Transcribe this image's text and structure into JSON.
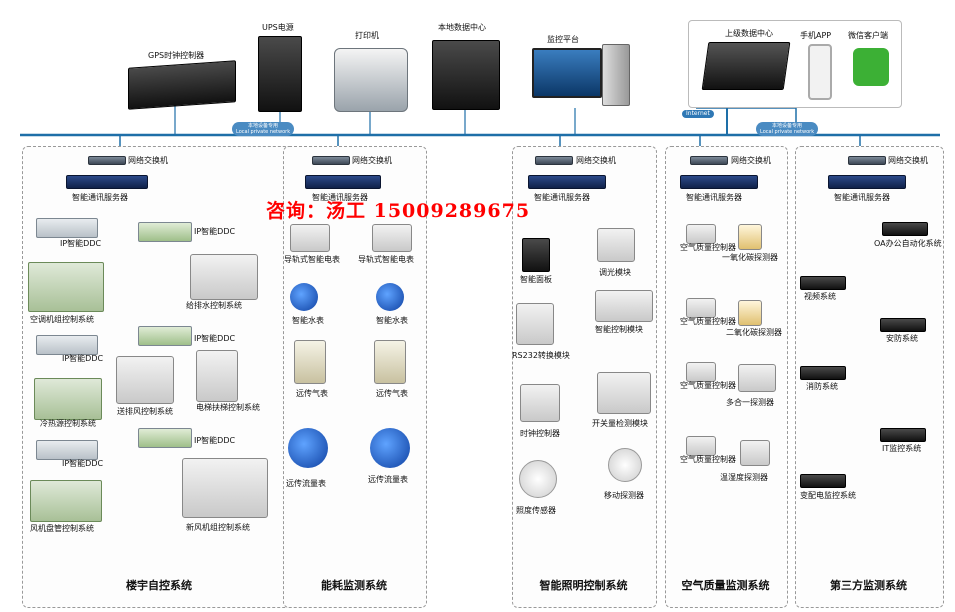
{
  "top": {
    "gps": "GPS时钟控制器",
    "ups": "UPS电源",
    "printer": "打印机",
    "datacenter": "本地数据中心",
    "monitor": "监控平台",
    "upper_center": "上级数据中心",
    "mobile_app": "手机APP",
    "wechat": "微信客户端",
    "internet": "Internet",
    "lan_badge_1": "本地设备专用",
    "lan_badge_1_sub": "Local private network",
    "lan_badge_2": "本地设备专用",
    "lan_badge_2_sub": "Local private network"
  },
  "common": {
    "switch": "网络交换机",
    "server": "智能通讯服务器"
  },
  "contact": "咨询：汤工 15009289675",
  "panels": {
    "bas": {
      "title": "楼宇自控系统",
      "ddc1": "IP智能DDC",
      "ddc2": "IP智能DDC",
      "ddc3": "IP智能DDC",
      "ddc4": "IP智能DDC",
      "ddc5": "IP智能DDC",
      "ddc6": "IP智能DDC",
      "chiller": "空调机组控制系统",
      "water": "给排水控制系统",
      "heatsrc": "冷热源控制系统",
      "fan": "送排风控制系统",
      "elevator": "电梯扶梯控制系统",
      "coil": "风机盘管控制系统",
      "fresh": "新风机组控制系统"
    },
    "energy": {
      "title": "能耗监测系统",
      "meter1": "导轨式智能电表",
      "meter2": "导轨式智能电表",
      "water1": "智能水表",
      "water2": "智能水表",
      "gas1": "远传气表",
      "gas2": "远传气表",
      "flow1": "远传流量表",
      "flow2": "远传流量表"
    },
    "lighting": {
      "title": "智能照明控制系统",
      "panel": "智能面板",
      "dimmer": "调光模块",
      "control": "智能控制模块",
      "rs232": "RS232转换模块",
      "timer": "时钟控制器",
      "switch_det": "开关量检测模块",
      "lux": "照度传感器",
      "motion": "移动探测器"
    },
    "air": {
      "title": "空气质量监测系统",
      "aqc1": "空气质量控制器",
      "aqc2": "空气质量控制器",
      "aqc3": "空气质量控制器",
      "aqc4": "空气质量控制器",
      "co": "一氧化碳探测器",
      "co2": "二氧化碳探测器",
      "multi": "多合一探测器",
      "th": "温湿度探测器"
    },
    "third": {
      "title": "第三方监测系统",
      "oa": "OA办公自动化系统",
      "video": "视频系统",
      "security": "安防系统",
      "fire": "消防系统",
      "it": "IT监控系统",
      "power": "变配电监控系统"
    }
  }
}
